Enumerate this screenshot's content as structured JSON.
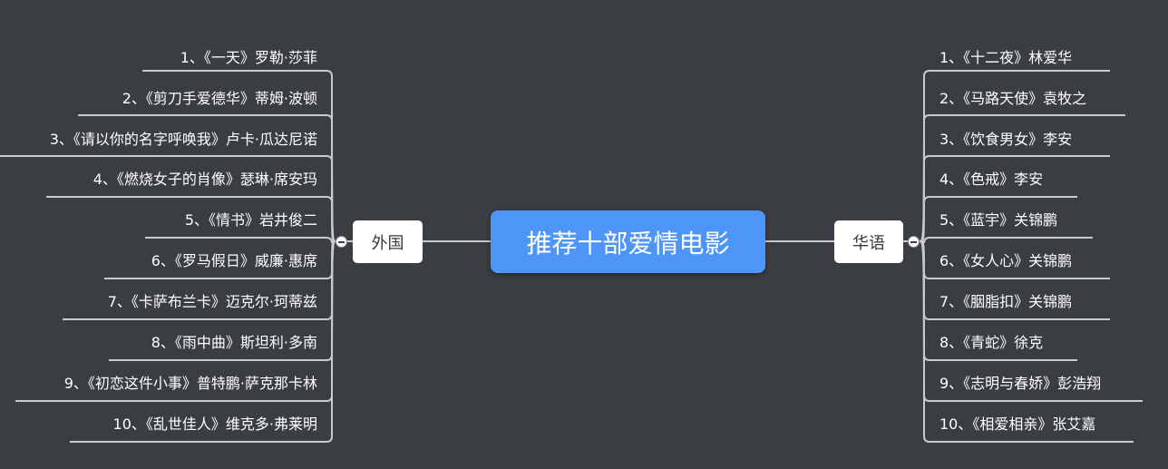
{
  "central": {
    "label": "推荐十部爱情电影"
  },
  "branches": {
    "left": {
      "label": "外国",
      "items": [
        "1、《一天》罗勒·莎菲",
        "2、《剪刀手爱德华》蒂姆·波顿",
        "3、《请以你的名字呼唤我》卢卡·瓜达尼诺",
        "4、《燃烧女子的肖像》瑟琳·席安玛",
        "5、《情书》岩井俊二",
        "6、《罗马假日》威廉·惠席",
        "7、《卡萨布兰卡》迈克尔·珂蒂兹",
        "8、《雨中曲》斯坦利·多南",
        "9、《初恋这件小事》普特鹏·萨克那卡林",
        "10、《乱世佳人》维克多·弗莱明"
      ]
    },
    "right": {
      "label": "华语",
      "items": [
        "1、《十二夜》林爱华",
        "2、《马路天使》袁牧之",
        "3、《饮食男女》李安",
        "4、《色戒》李安",
        "5、《蓝宇》关锦鹏",
        "6、《女人心》关锦鹏",
        "7、《胭脂扣》关锦鹏",
        "8、《青蛇》徐克",
        "9、《志明与春娇》彭浩翔",
        "10、《相爱相亲》张艾嘉"
      ]
    }
  },
  "colors": {
    "background": "#3a3d42",
    "central": "#4d96f7",
    "line": "#c8cacd",
    "text": "#ffffff"
  }
}
